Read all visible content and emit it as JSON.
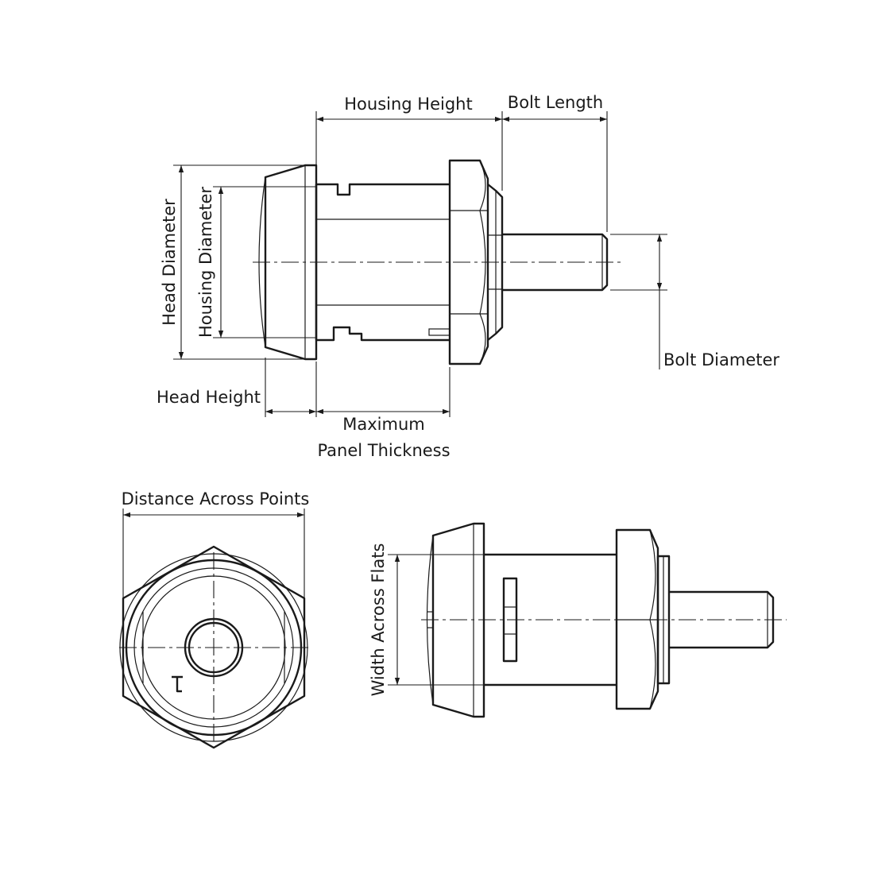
{
  "labels": {
    "housing_height": "Housing Height",
    "bolt_length": "Bolt Length",
    "head_diameter": "Head Diameter",
    "housing_diameter": "Housing Diameter",
    "bolt_diameter": "Bolt Diameter",
    "head_height": "Head Height",
    "max_panel_line1": "Maximum",
    "max_panel_line2": "Panel Thickness",
    "distance_across_points": "Distance Across Points",
    "width_across_flats": "Width Across Flats"
  },
  "colors": {
    "line": "#1a1a1a",
    "background": "#ffffff"
  }
}
